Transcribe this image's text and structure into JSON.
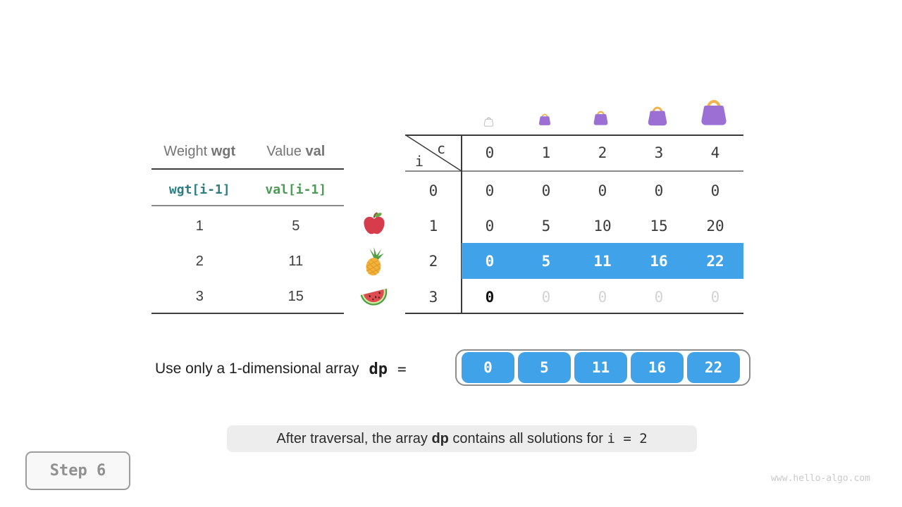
{
  "items_table": {
    "header_weight_prefix": "Weight ",
    "header_weight_code": "wgt",
    "header_value_prefix": "Value ",
    "header_value_code": "val",
    "subheader_weight": "wgt[i-1]",
    "subheader_value": "val[i-1]",
    "rows": [
      {
        "weight": "1",
        "value": "5",
        "fruit": "apple-icon"
      },
      {
        "weight": "2",
        "value": "11",
        "fruit": "pineapple-icon"
      },
      {
        "weight": "3",
        "value": "15",
        "fruit": "watermelon-icon"
      }
    ]
  },
  "dp_table": {
    "corner_col_var": "c",
    "corner_row_var": "i",
    "col_headers": [
      "0",
      "1",
      "2",
      "3",
      "4"
    ],
    "row_headers": [
      "0",
      "1",
      "2",
      "3"
    ],
    "rows": [
      {
        "cells": [
          "0",
          "0",
          "0",
          "0",
          "0"
        ],
        "style": "normal"
      },
      {
        "cells": [
          "0",
          "5",
          "10",
          "15",
          "20"
        ],
        "style": "normal"
      },
      {
        "cells": [
          "0",
          "5",
          "11",
          "16",
          "22"
        ],
        "style": "highlight"
      },
      {
        "cells": [
          "0",
          "0",
          "0",
          "0",
          "0"
        ],
        "style": "first-emphasis-rest-faded"
      }
    ],
    "bag_icons": [
      "empty-bag-icon",
      "bag-icon-small",
      "bag-icon-medium",
      "bag-icon-large",
      "bag-icon-xlarge"
    ]
  },
  "dp_array": {
    "label": "Use only a 1-dimensional array",
    "var": "dp",
    "equals": "=",
    "values": [
      "0",
      "5",
      "11",
      "16",
      "22"
    ]
  },
  "caption": {
    "pre": "After traversal, the array ",
    "var": "dp",
    "mid": " contains all solutions for ",
    "code": "i = 2"
  },
  "step_label": "Step 6",
  "watermark": "www.hello-algo.com",
  "colors": {
    "highlight_blue": "#40a2e9",
    "wgt_teal": "#2e7d80",
    "val_green": "#4b9b55",
    "bag_purple": "#9b6fd4",
    "bag_handle_gold": "#f0b34e",
    "faded_zero_gray": "#d4d4d4"
  }
}
